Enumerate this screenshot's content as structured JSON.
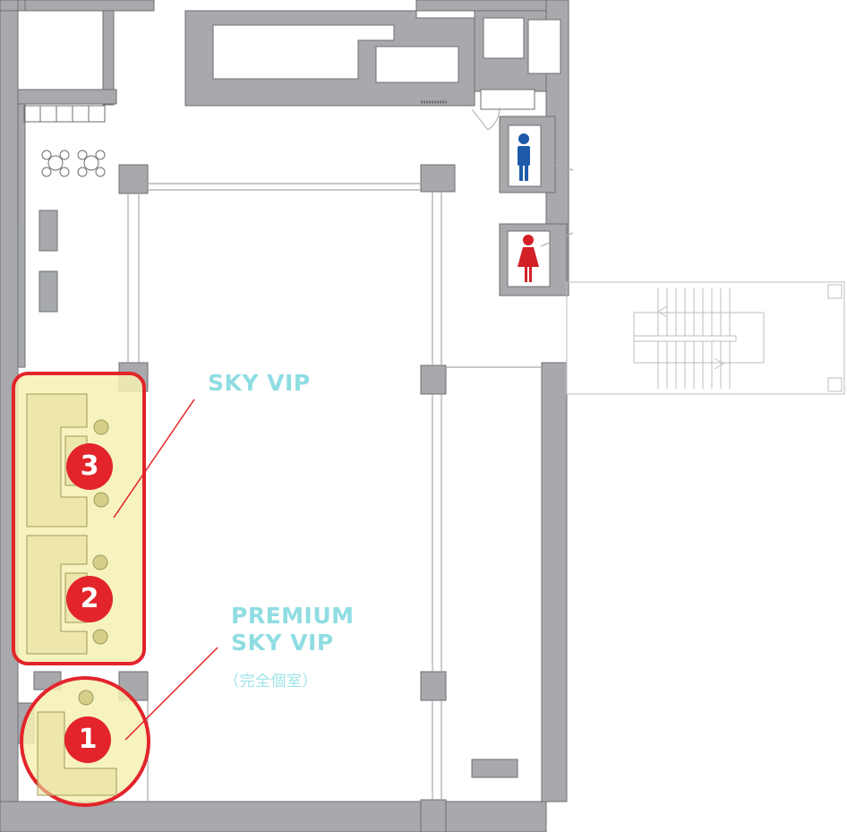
{
  "labels": {
    "sky_vip": "SKY VIP",
    "premium_line1": "PREMIUM",
    "premium_line2": "SKY VIP",
    "premium_note": "（完全個室）"
  },
  "markers": [
    {
      "number": "3",
      "room": "SKY VIP"
    },
    {
      "number": "2",
      "room": "SKY VIP"
    },
    {
      "number": "1",
      "room": "PREMIUM SKY VIP"
    }
  ],
  "icons": [
    "male-restroom-icon",
    "female-restroom-icon",
    "staircase"
  ],
  "colors": {
    "wall": "#a7a9ac",
    "wall_dark": "#6d6e71",
    "highlight": "#f6f1b4",
    "accent_red": "#e3242b",
    "label_cyan": "#8fdde2",
    "male": "#1e5aa8",
    "female": "#d32027"
  }
}
